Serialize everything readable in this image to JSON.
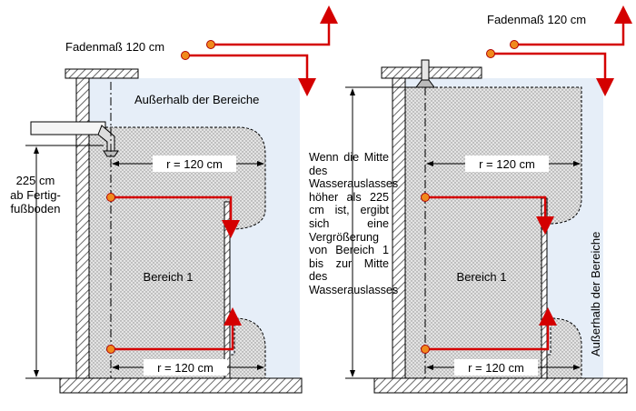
{
  "labels": {
    "thread_measure": "Fadenmaß 120 cm",
    "outside_zones": "Außerhalb der Bereiche",
    "radius": "r = 120 cm",
    "zone1": "Bereich 1",
    "height_line1": "225 cm",
    "height_line2": "ab Fertig-",
    "height_line3": "fußboden",
    "note": "Wenn die Mitte des Wasserauslasses höher als 225 cm ist, ergibt sich eine Vergrößerung von Bereich 1 bis zur Mitte des Wasserauslasses"
  },
  "colors": {
    "zone_fill": "#e6eef8",
    "dotted_zone": "#d9d9d9",
    "wall_hatch": "#555555",
    "line_red": "#d40000",
    "point_orange": "#f08a1c",
    "outline": "#000000"
  }
}
